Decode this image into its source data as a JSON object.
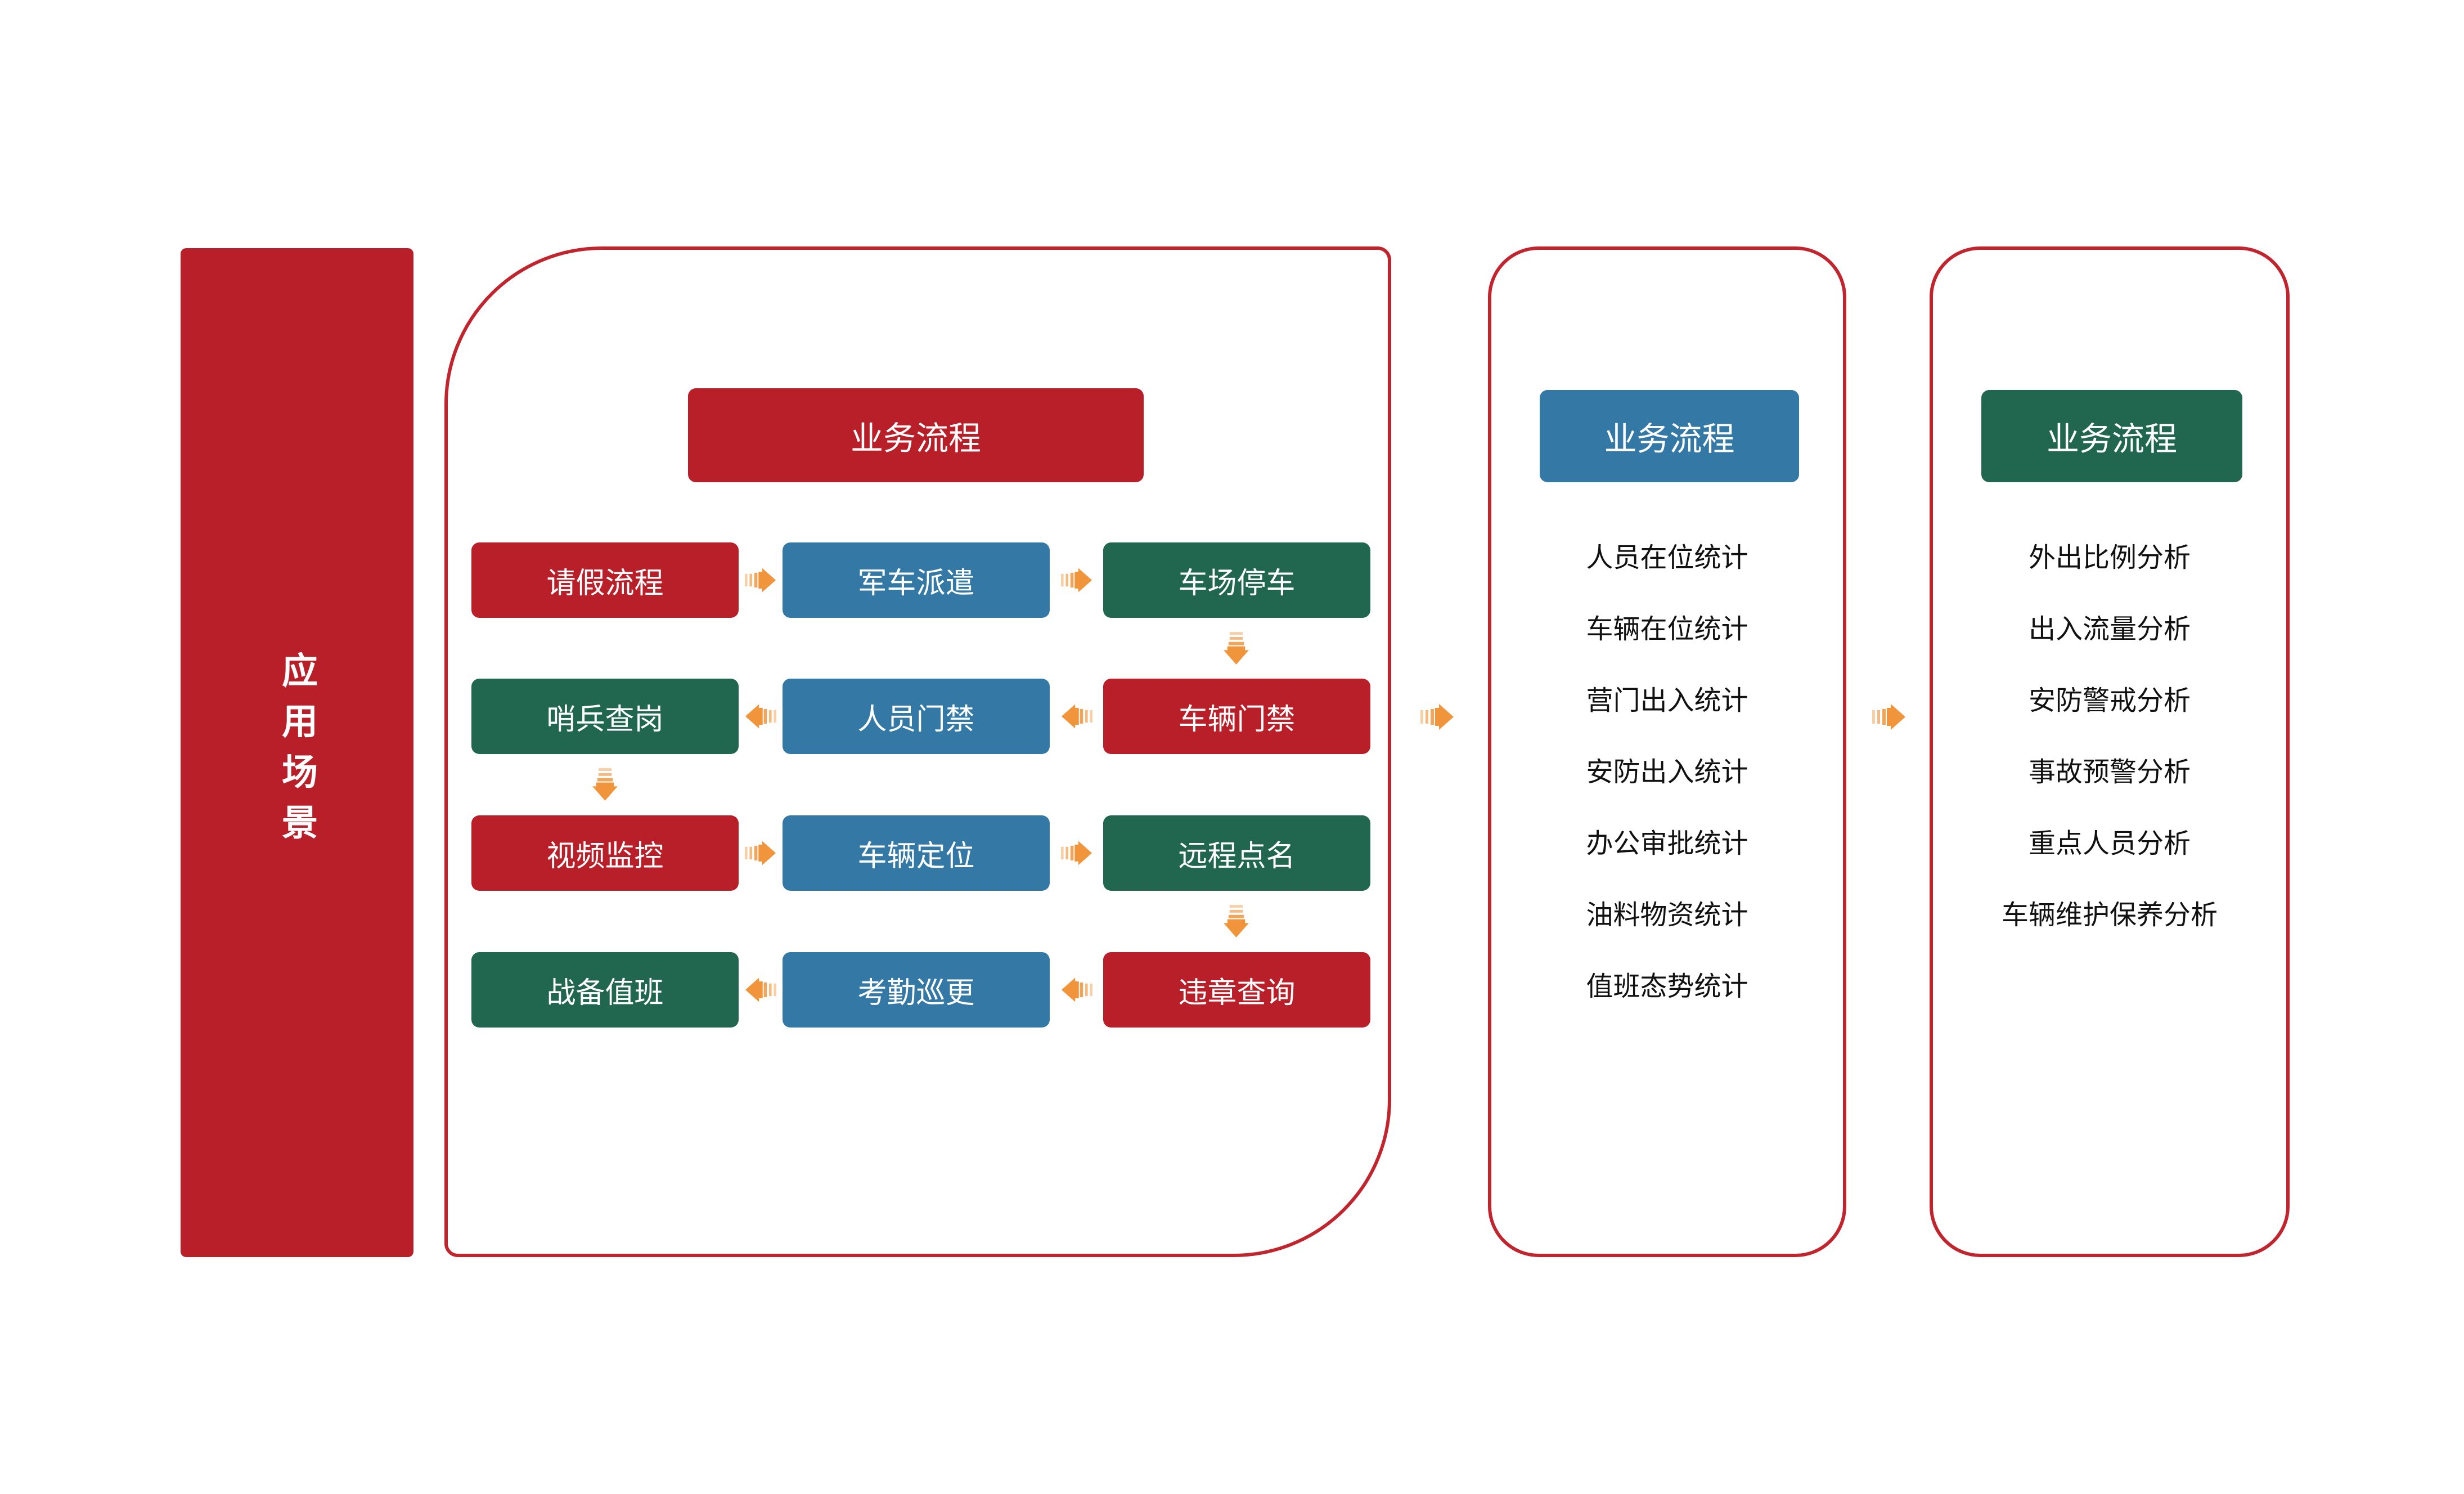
{
  "colors": {
    "red": "#B81F28",
    "blue": "#3478A6",
    "green": "#21664E",
    "orange": "#F0953C",
    "panel_border": "#C2242E",
    "text": "#111111",
    "white": "#FFFFFF"
  },
  "sidebar": {
    "title": "应用场景"
  },
  "flow_panel": {
    "header": "业务流程",
    "rows": [
      {
        "cells": [
          "请假流程",
          "军车派遣",
          "车场停车"
        ]
      },
      {
        "cells": [
          "哨兵查岗",
          "人员门禁",
          "车辆门禁"
        ]
      },
      {
        "cells": [
          "视频监控",
          "车辆定位",
          "远程点名"
        ]
      },
      {
        "cells": [
          "战备值班",
          "考勤巡更",
          "违章查询"
        ]
      }
    ]
  },
  "stats_panel": {
    "header": "业务流程",
    "items": [
      "人员在位统计",
      "车辆在位统计",
      "营门出入统计",
      "安防出入统计",
      "办公审批统计",
      "油料物资统计",
      "值班态势统计"
    ]
  },
  "analysis_panel": {
    "header": "业务流程",
    "items": [
      "外出比例分析",
      "出入流量分析",
      "安防警戒分析",
      "事故预警分析",
      "重点人员分析",
      "车辆维护保养分析"
    ]
  }
}
